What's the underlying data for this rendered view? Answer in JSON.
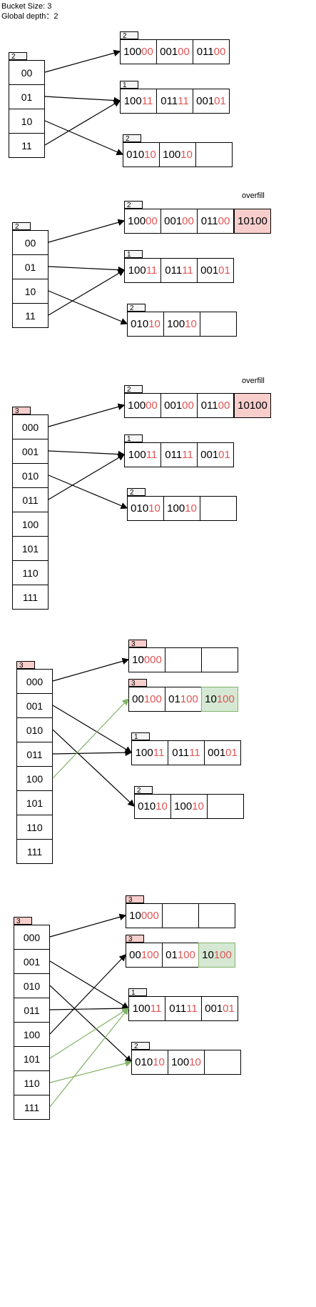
{
  "header": {
    "bucket_size": "Bucket Size: 3",
    "global_depth": "Global depth：2"
  },
  "colors": {
    "accent_red": "#e05555",
    "overfill_fill": "#f8cecc",
    "new_fill": "#d5e8d4",
    "green_arrow": "#82b366"
  },
  "overfill_label": "overfill",
  "stages": [
    {
      "dir_depth": "2",
      "dir": [
        "00",
        "01",
        "10",
        "11"
      ],
      "buckets": [
        {
          "depth": "2",
          "items": [
            [
              "100",
              "00"
            ],
            [
              "001",
              "00"
            ],
            [
              "011",
              "00"
            ]
          ]
        },
        {
          "depth": "1",
          "items": [
            [
              "100",
              "11"
            ],
            [
              "011",
              "11"
            ],
            [
              "001",
              "01"
            ]
          ]
        },
        {
          "depth": "2",
          "items": [
            [
              "010",
              "10"
            ],
            [
              "100",
              "10"
            ],
            [
              "",
              ""
            ]
          ]
        }
      ]
    },
    {
      "dir_depth": "2",
      "dir": [
        "00",
        "01",
        "10",
        "11"
      ],
      "overflow": [
        "101",
        "00"
      ],
      "buckets": [
        {
          "depth": "2",
          "items": [
            [
              "100",
              "00"
            ],
            [
              "001",
              "00"
            ],
            [
              "011",
              "00"
            ]
          ]
        },
        {
          "depth": "1",
          "items": [
            [
              "100",
              "11"
            ],
            [
              "011",
              "11"
            ],
            [
              "001",
              "01"
            ]
          ]
        },
        {
          "depth": "2",
          "items": [
            [
              "010",
              "10"
            ],
            [
              "100",
              "10"
            ],
            [
              "",
              ""
            ]
          ]
        }
      ]
    },
    {
      "dir_depth": "3",
      "dir": [
        "000",
        "001",
        "010",
        "011",
        "100",
        "101",
        "110",
        "111"
      ],
      "overflow": [
        "101",
        "00"
      ],
      "buckets": [
        {
          "depth": "2",
          "items": [
            [
              "100",
              "00"
            ],
            [
              "001",
              "00"
            ],
            [
              "011",
              "00"
            ]
          ]
        },
        {
          "depth": "1",
          "items": [
            [
              "100",
              "11"
            ],
            [
              "011",
              "11"
            ],
            [
              "001",
              "01"
            ]
          ]
        },
        {
          "depth": "2",
          "items": [
            [
              "010",
              "10"
            ],
            [
              "100",
              "10"
            ],
            [
              "",
              ""
            ]
          ]
        }
      ]
    },
    {
      "dir_depth": "3",
      "dir": [
        "000",
        "001",
        "010",
        "011",
        "100",
        "101",
        "110",
        "111"
      ],
      "buckets": [
        {
          "depth": "3",
          "items": [
            [
              "10",
              "000"
            ],
            [
              "",
              ""
            ],
            [
              "",
              ""
            ]
          ]
        },
        {
          "depth": "3",
          "items": [
            [
              "00",
              "100"
            ],
            [
              "01",
              "100"
            ],
            [
              "10",
              "100"
            ]
          ]
        },
        {
          "depth": "1",
          "items": [
            [
              "100",
              "11"
            ],
            [
              "011",
              "11"
            ],
            [
              "001",
              "01"
            ]
          ]
        },
        {
          "depth": "2",
          "items": [
            [
              "010",
              "10"
            ],
            [
              "100",
              "10"
            ],
            [
              "",
              ""
            ]
          ]
        }
      ]
    },
    {
      "dir_depth": "3",
      "dir": [
        "000",
        "001",
        "010",
        "011",
        "100",
        "101",
        "110",
        "111"
      ],
      "buckets": [
        {
          "depth": "3",
          "items": [
            [
              "10",
              "000"
            ],
            [
              "",
              ""
            ],
            [
              "",
              ""
            ]
          ]
        },
        {
          "depth": "3",
          "items": [
            [
              "00",
              "100"
            ],
            [
              "01",
              "100"
            ],
            [
              "10",
              "100"
            ]
          ]
        },
        {
          "depth": "1",
          "items": [
            [
              "100",
              "11"
            ],
            [
              "011",
              "11"
            ],
            [
              "001",
              "01"
            ]
          ]
        },
        {
          "depth": "2",
          "items": [
            [
              "010",
              "10"
            ],
            [
              "100",
              "10"
            ],
            [
              "",
              ""
            ]
          ]
        }
      ]
    }
  ]
}
